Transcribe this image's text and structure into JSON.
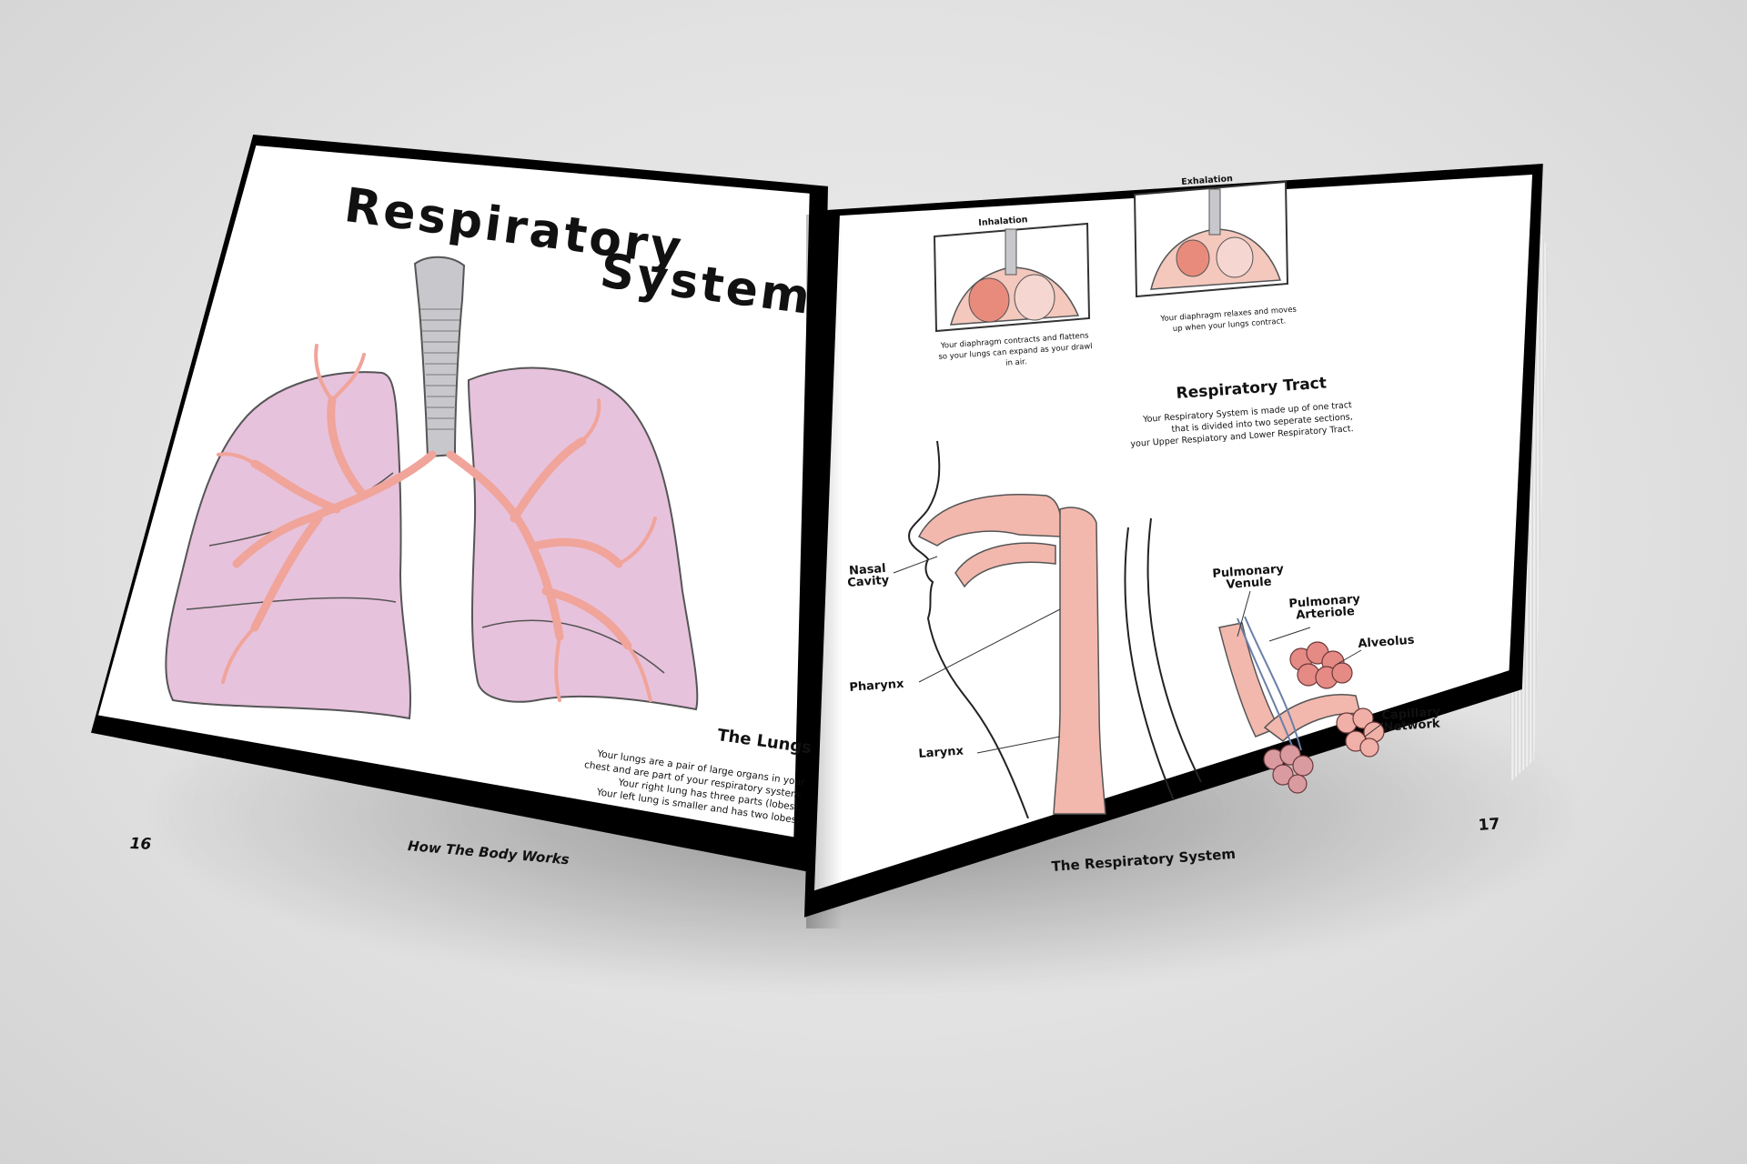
{
  "left_page": {
    "title_line1": "Respiratory",
    "title_line2": "System",
    "lungs_heading": "The Lungs",
    "lungs_text": [
      "Your lungs are a pair of large organs in your",
      "chest and are part of your respiratory system.",
      "Your right lung has three parts (lobes).",
      "Your left lung is smaller and has two lobes."
    ],
    "page_number": "16",
    "footer": "How The Body Works"
  },
  "right_page": {
    "inhalation_label": "Inhalation",
    "inhalation_caption": "Your diaphragm contracts and flattens so your lungs can expand as your drawl in air.",
    "exhalation_label": "Exhalation",
    "exhalation_caption": "Your diaphragm relaxes and moves up when your lungs contract.",
    "tract_heading": "Respiratory Tract",
    "tract_text": [
      "Your Respiratory System is made up of one tract",
      "that is divided into two seperate sections,",
      "your Upper Respiatory and Lower Respiratory Tract."
    ],
    "labels": {
      "nasal_cavity": [
        "Nasal",
        "Cavity"
      ],
      "pharynx": "Pharynx",
      "larynx": "Larynx",
      "pulmonary_venule": [
        "Pulmonary",
        "Venule"
      ],
      "pulmonary_arteriole": [
        "Pulmonary",
        "Arteriole"
      ],
      "alveolus": "Alveolus",
      "capillary_network": [
        "Capillary",
        "Network"
      ]
    },
    "page_number": "17",
    "footer": "The Respiratory System"
  },
  "colors": {
    "lung_fill": "#e7c2dc",
    "bronchi": "#f0a49a",
    "trachea": "#c8c8cc",
    "tissue": "#f2b8ad",
    "alveoli": "#e58a84"
  }
}
